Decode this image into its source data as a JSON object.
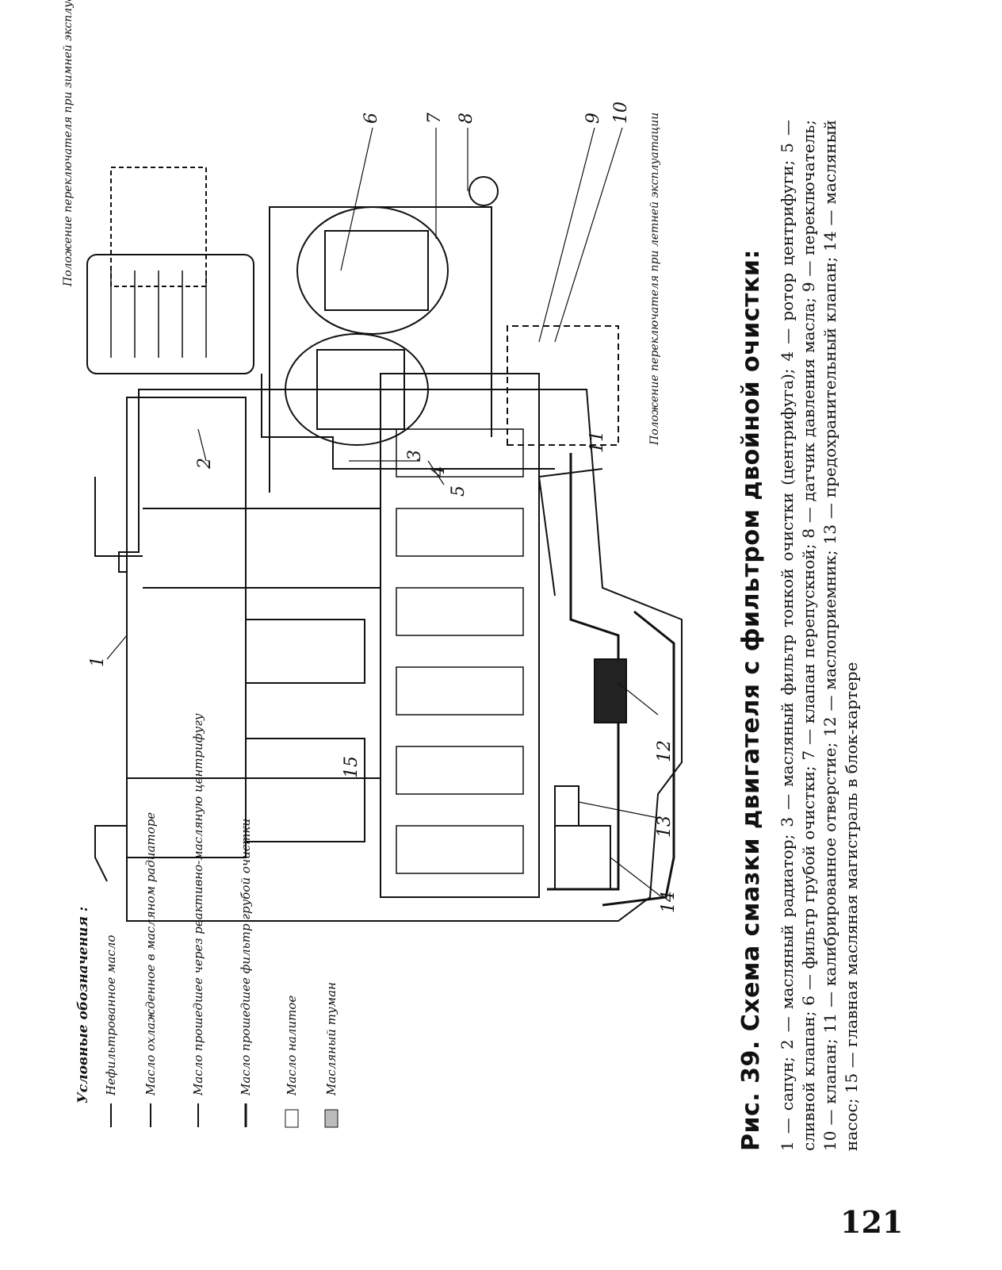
{
  "page": {
    "number": "121"
  },
  "legend": {
    "title": "Условные обозначения :",
    "items": [
      {
        "label": "Нефильтрованное масло"
      },
      {
        "label": "Масло охлажденное в масляном радиаторе"
      },
      {
        "label": "Масло прошедшее через реактивно-масляную центрифугу"
      },
      {
        "label": "Масло прошедшее фильтр грубой очистки"
      },
      {
        "label": "Масло налитое"
      },
      {
        "label": "Масляный туман"
      }
    ]
  },
  "notes": {
    "winter": "Положение переключателя при зимней эксплуатации",
    "summer": "Положение переключателя при летней эксплуатации"
  },
  "part_numbers": [
    "1",
    "2",
    "3",
    "4",
    "5",
    "6",
    "7",
    "8",
    "9",
    "10",
    "11",
    "12",
    "13",
    "14",
    "15"
  ],
  "caption": {
    "title": "Рис. 39. Схема смазки двигателя с фильтром двойной очистки:",
    "text": "1 — сапун; 2 — масляный радиатор; 3 — масляный фильтр тонкой очистки (центрифуга); 4 — ротор центрифуги; 5 — сливной клапан; 6 — фильтр грубой очистки; 7 — клапан перепускной; 8 — датчик давления масла; 9 — переключатель; 10 — клапан; 11 — калибрированное отверстие; 12 — маслоприемник; 13 — предохранительный клапан; 14 — масляный насос; 15 — главная масляная магистраль в блок-картере"
  }
}
